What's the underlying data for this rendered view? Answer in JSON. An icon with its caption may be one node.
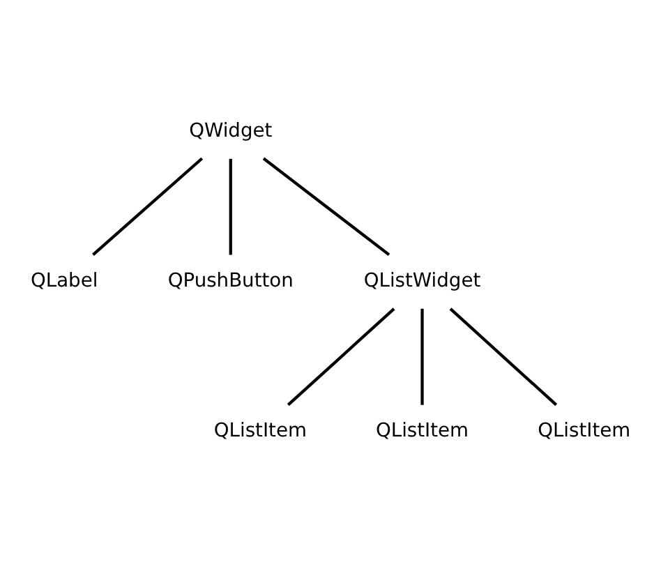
{
  "diagram": {
    "nodes": [
      {
        "text": [
          "QWidget"
        ]
      },
      {
        "text": [
          "QLabel"
        ]
      },
      {
        "text": [
          "QPushButton"
        ]
      },
      {
        "text": [
          "QListWidget"
        ]
      },
      {
        "text": [
          "QListItem"
        ]
      },
      {
        "text": [
          "QListItem"
        ]
      },
      {
        "text": [
          "QListItem"
        ]
      }
    ],
    "edges": [
      {
        "from": 0,
        "to": 1,
        "arrow": "none"
      },
      {
        "from": 0,
        "to": 2,
        "arrow": "none"
      },
      {
        "from": 0,
        "to": 3,
        "arrow": "none"
      },
      {
        "from": 3,
        "to": 4,
        "arrow": "none"
      },
      {
        "from": 3,
        "to": 5,
        "arrow": "none"
      },
      {
        "from": 3,
        "to": 6,
        "arrow": "none"
      }
    ]
  }
}
